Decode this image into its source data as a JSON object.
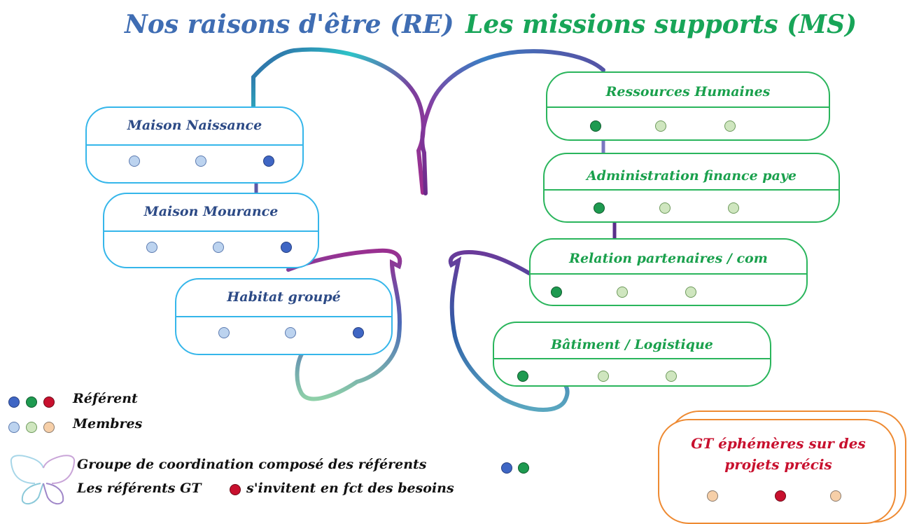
{
  "titles": {
    "raisons": "Nos raisons d'être (RE)",
    "missions": "Les missions supports (MS)"
  },
  "raisons_boxes": [
    {
      "label": "Maison Naissance"
    },
    {
      "label": "Maison Mourance"
    },
    {
      "label": "Habitat groupé"
    }
  ],
  "missions_boxes": [
    {
      "label": "Ressources Humaines"
    },
    {
      "label": "Administration finance  paye"
    },
    {
      "label": "Relation partenaires / com"
    },
    {
      "label": "Bâtiment / Logistique"
    }
  ],
  "legend": {
    "referent": "Référent",
    "membres": "Membres",
    "line1": "Groupe de coordination composé des référents",
    "line2_a": "Les référents GT",
    "line2_b": "s'invitent en fct des besoins"
  },
  "gt_box": {
    "title_line1": "GT éphémères sur des",
    "title_line2": "projets précis"
  },
  "colors": {
    "re_blue": "#3f6db3",
    "ms_green": "#18a558",
    "gt_red": "#c8102e",
    "gt_orange": "#ee8a32",
    "box_blue_border": "#35b6ea",
    "box_green_border": "#2ab55c"
  }
}
